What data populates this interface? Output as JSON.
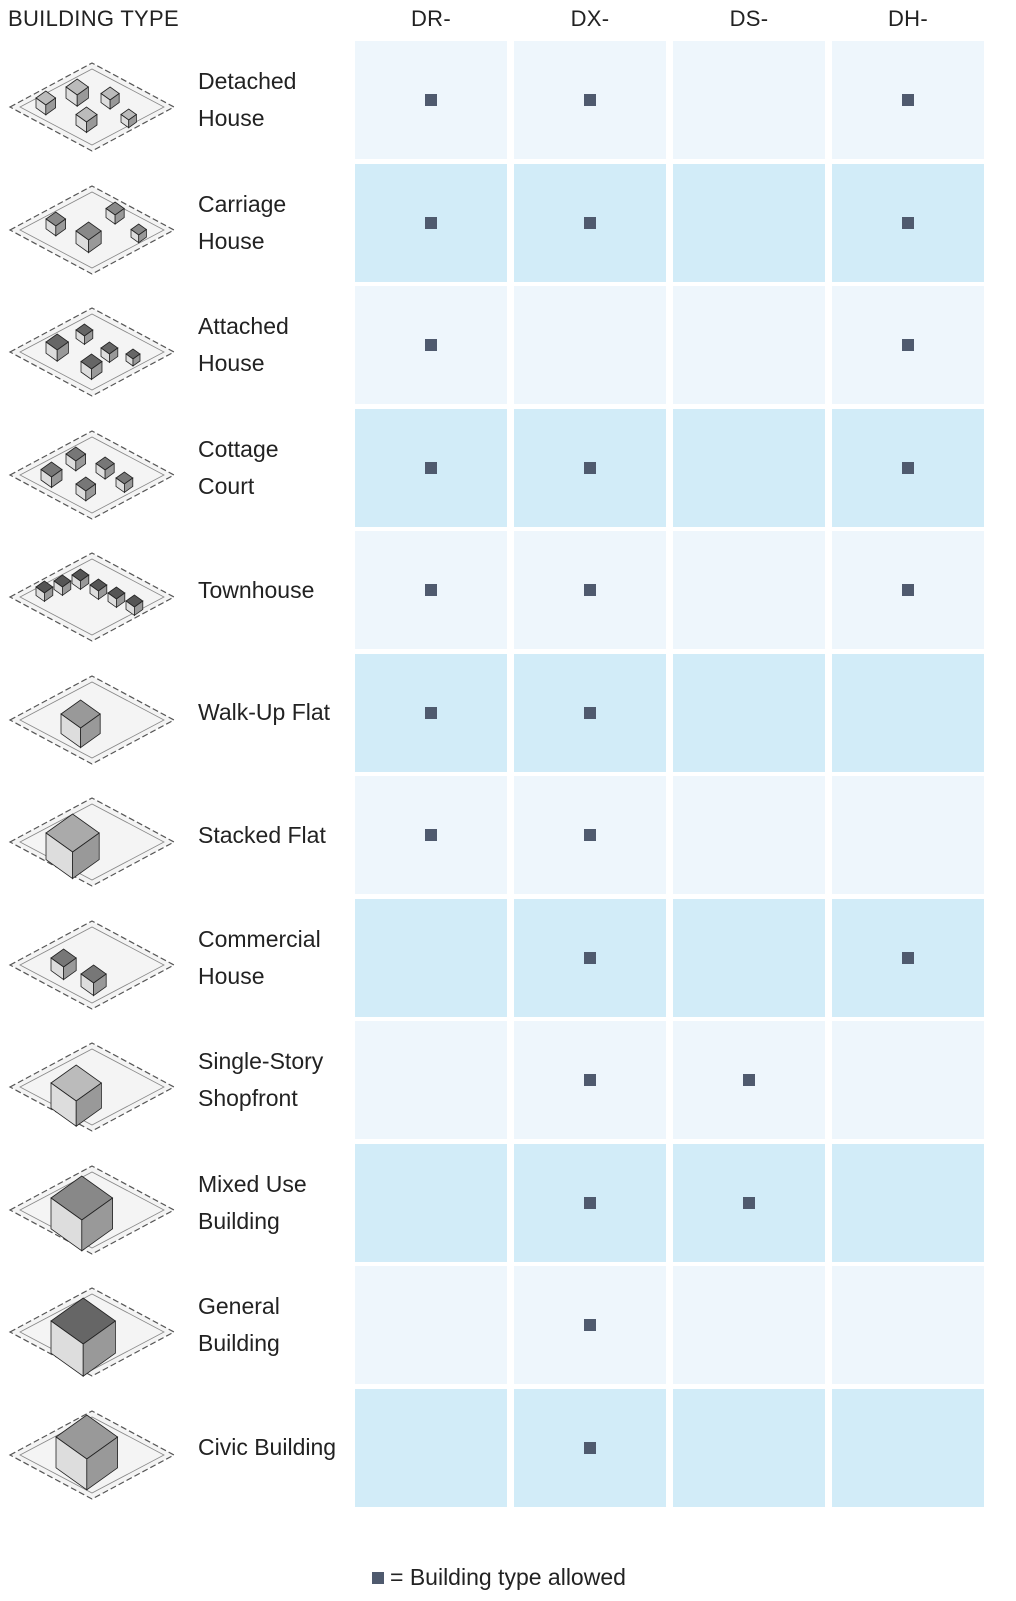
{
  "header": {
    "building_type": "BUILDING TYPE",
    "columns": [
      "DR-",
      "DX-",
      "DS-",
      "DH-"
    ]
  },
  "rows": [
    {
      "label": "Detached\nHouse",
      "icon": "detached-house-icon",
      "allowed": [
        true,
        true,
        false,
        true
      ]
    },
    {
      "label": "Carriage\nHouse",
      "icon": "carriage-house-icon",
      "allowed": [
        true,
        true,
        false,
        true
      ]
    },
    {
      "label": "Attached\nHouse",
      "icon": "attached-house-icon",
      "allowed": [
        true,
        false,
        false,
        true
      ]
    },
    {
      "label": "Cottage\nCourt",
      "icon": "cottage-court-icon",
      "allowed": [
        true,
        true,
        false,
        true
      ]
    },
    {
      "label": "Townhouse",
      "icon": "townhouse-icon",
      "allowed": [
        true,
        true,
        false,
        true
      ]
    },
    {
      "label": "Walk-Up Flat",
      "icon": "walk-up-flat-icon",
      "allowed": [
        true,
        true,
        false,
        false
      ]
    },
    {
      "label": "Stacked Flat",
      "icon": "stacked-flat-icon",
      "allowed": [
        true,
        true,
        false,
        false
      ]
    },
    {
      "label": "Commercial\nHouse",
      "icon": "commercial-house-icon",
      "allowed": [
        false,
        true,
        false,
        true
      ]
    },
    {
      "label": "Single-Story\nShopfront",
      "icon": "single-story-shopfront-icon",
      "allowed": [
        false,
        true,
        true,
        false
      ]
    },
    {
      "label": "Mixed Use\nBuilding",
      "icon": "mixed-use-building-icon",
      "allowed": [
        false,
        true,
        true,
        false
      ]
    },
    {
      "label": "General\nBuilding",
      "icon": "general-building-icon",
      "allowed": [
        false,
        true,
        false,
        false
      ]
    },
    {
      "label": "Civic Building",
      "icon": "civic-building-icon",
      "allowed": [
        false,
        true,
        false,
        false
      ]
    }
  ],
  "legend": {
    "text": "= Building type allowed"
  },
  "colors": {
    "light_cell": "#eef6fc",
    "dark_cell": "#d2ecf8",
    "marker": "#4f5a6e"
  }
}
